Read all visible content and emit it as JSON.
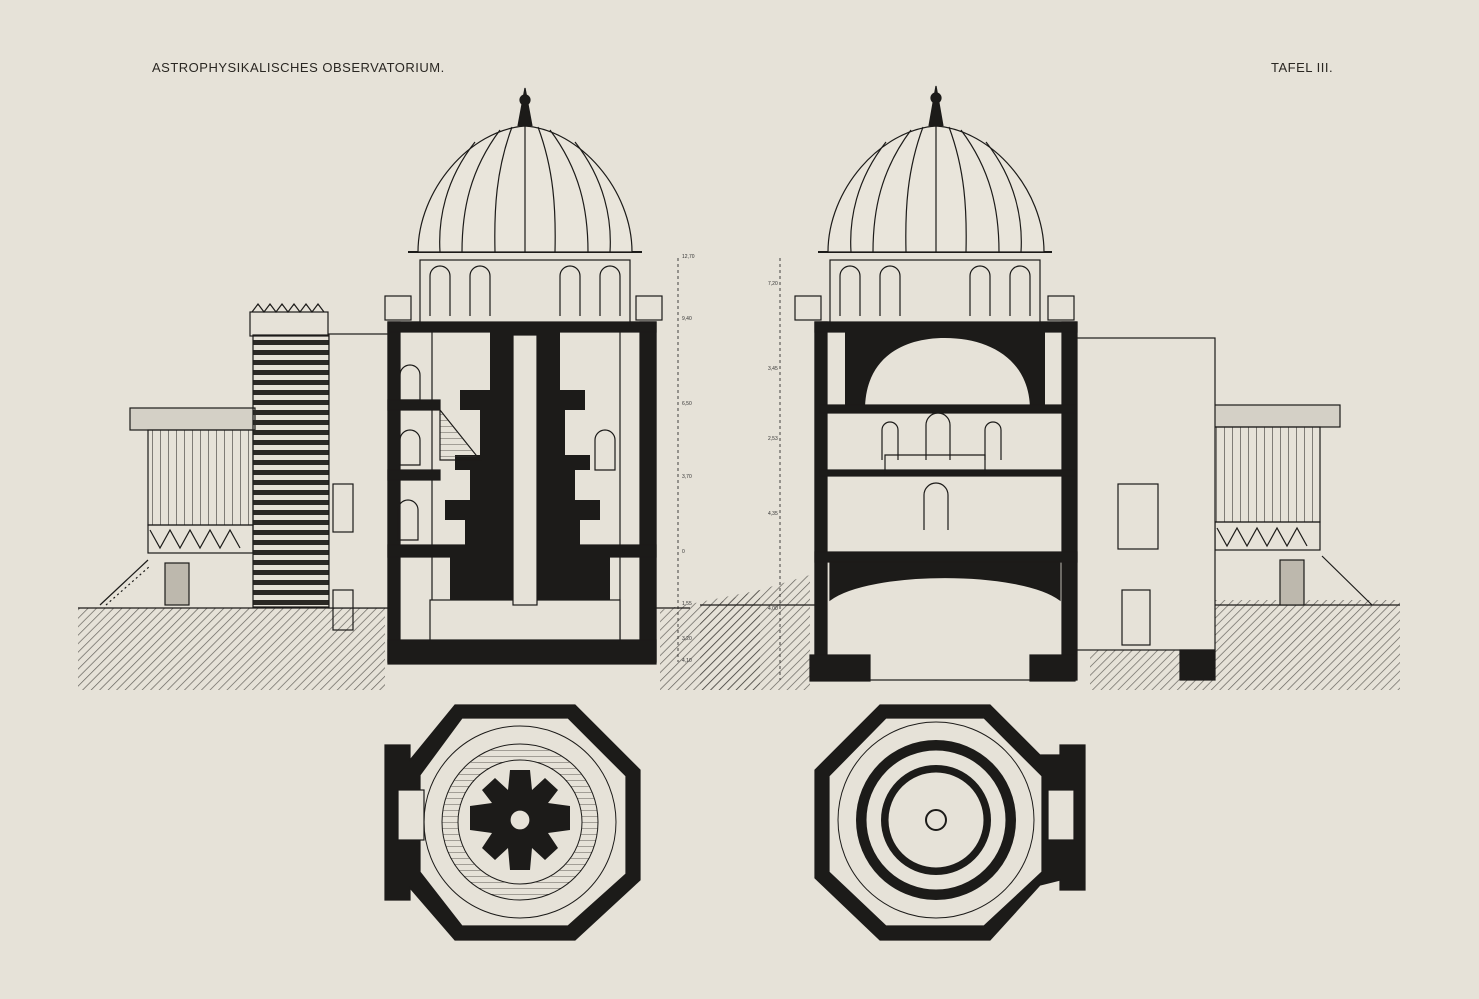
{
  "header": {
    "title": "ASTROPHYSIKALISCHES OBSERVATORIUM.",
    "plate": "TAFEL III."
  },
  "colors": {
    "paper": "#e6e2d8",
    "ink": "#1c1b19"
  },
  "dimensions_left": [
    "12,70",
    "9,40",
    "6,50",
    "3,70",
    "0",
    "1,55",
    "3,20",
    "4,10"
  ],
  "dimensions_right": [
    "7,20",
    "3,45",
    "2,53",
    "4,35",
    "4,00"
  ]
}
